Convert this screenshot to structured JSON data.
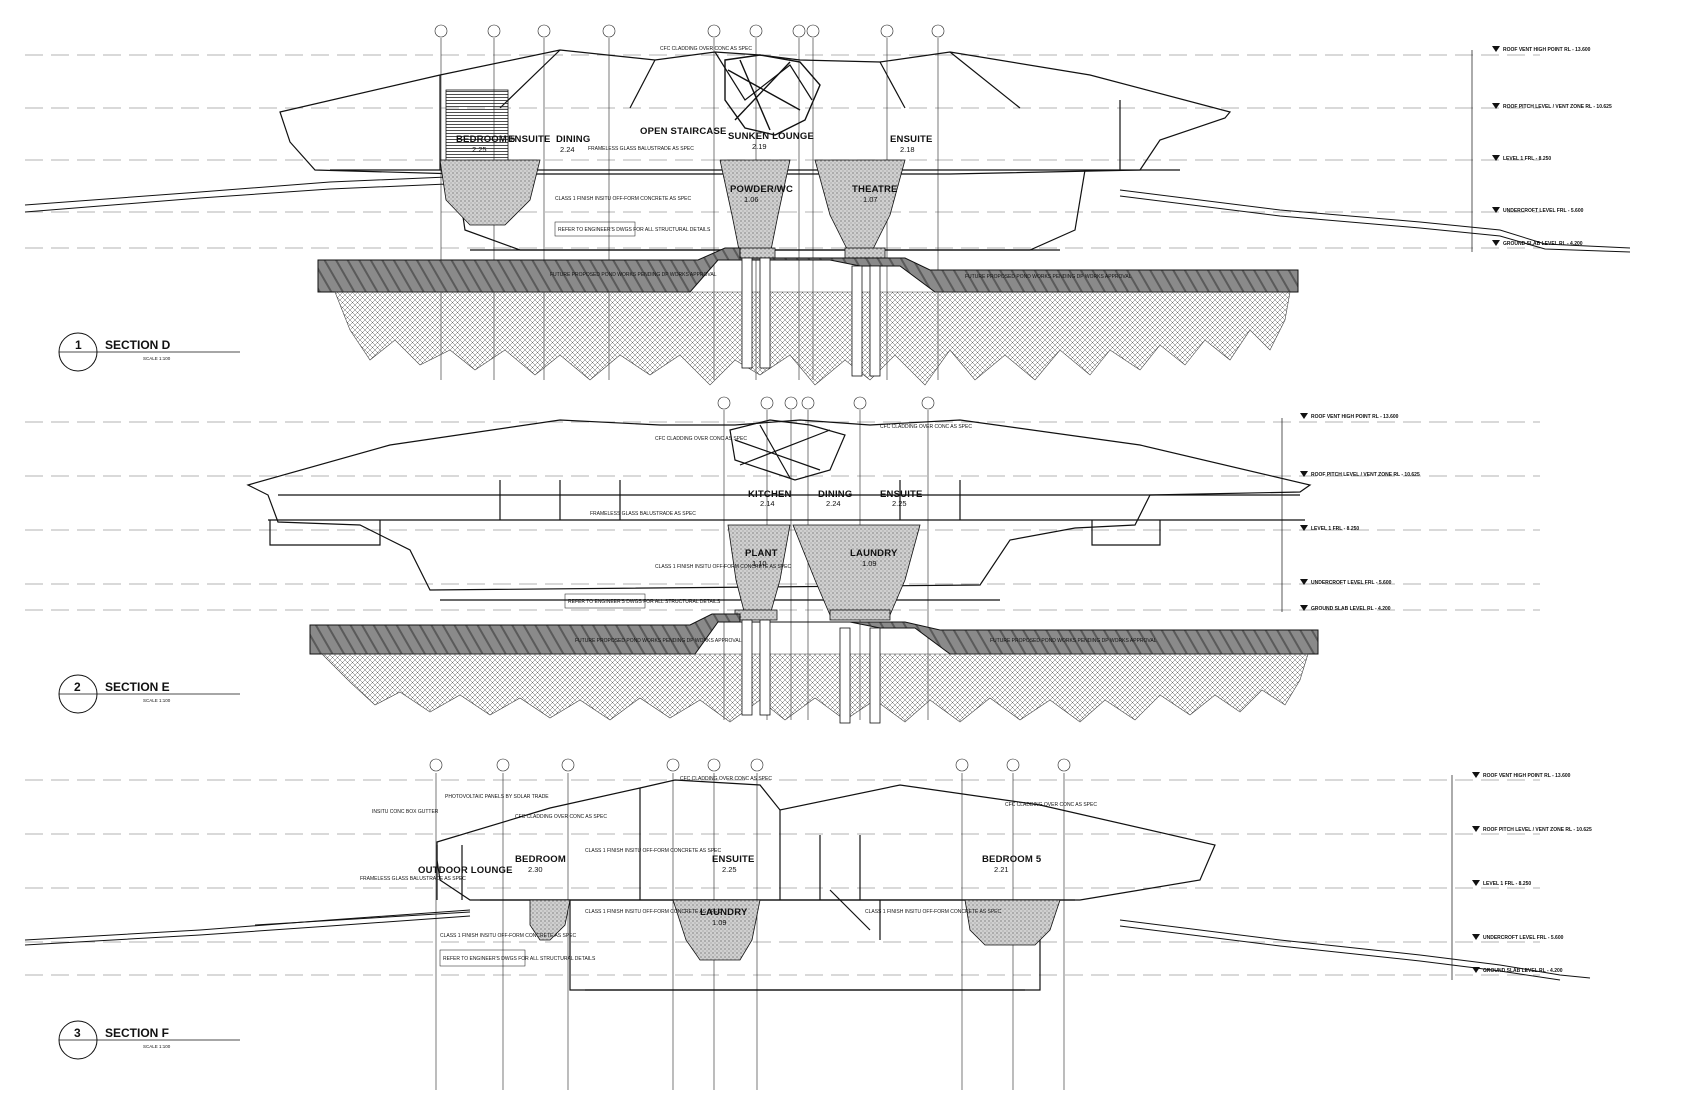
{
  "sections": [
    {
      "id": "d",
      "number": "1",
      "title": "SECTION D",
      "scale": "SCALE 1:100",
      "rooms": [
        {
          "key": "bedroom",
          "name": "BEDROOM 5",
          "area": "2.25"
        },
        {
          "key": "ensuite-1",
          "name": "ENSUITE",
          "area": ""
        },
        {
          "key": "dining",
          "name": "DINING",
          "area": "2.24"
        },
        {
          "key": "open-staircase",
          "name": "OPEN STAIRCASE",
          "area": ""
        },
        {
          "key": "sunken-lounge",
          "name": "SUNKEN LOUNGE",
          "area": "2.19"
        },
        {
          "key": "ensuite-2",
          "name": "ENSUITE",
          "area": "2.18"
        },
        {
          "key": "powder",
          "name": "POWDER/WC",
          "area": "1.06"
        },
        {
          "key": "theatre",
          "name": "THEATRE",
          "area": "1.07"
        }
      ],
      "notes": {
        "cladding": "CFC CLADDING OVER CONC AS SPEC",
        "glass": "FRAMELESS GLASS BALUSTRADE AS SPEC",
        "concrete": "CLASS 1 FINISH INSITU OFF-FORM CONCRETE AS SPEC",
        "engineer": "REFER TO ENGINEER'S DWGS FOR ALL STRUCTURAL DETAILS",
        "pond_left": "FUTURE PROPOSED POND WORKS PENDING DP WORKS APPROVAL",
        "pond_right": "FUTURE PROPOSED POND WORKS PENDING DP WORKS APPROVAL"
      },
      "levels": [
        {
          "key": "roof-vent",
          "text": "ROOF VENT HIGH POINT RL - 13.600"
        },
        {
          "key": "roof-pitch",
          "text": "ROOF PITCH LEVEL / VENT ZONE RL - 10.625"
        },
        {
          "key": "level-1",
          "text": "LEVEL 1 FRL - 8.250"
        },
        {
          "key": "undercroft",
          "text": "UNDERCROFT LEVEL FRL - 5.600"
        },
        {
          "key": "ground-slab",
          "text": "GROUND SLAB LEVEL RL - 4.200"
        }
      ]
    },
    {
      "id": "e",
      "number": "2",
      "title": "SECTION E",
      "scale": "SCALE 1:100",
      "rooms": [
        {
          "key": "kitchen",
          "name": "KITCHEN",
          "area": "2.14"
        },
        {
          "key": "dining",
          "name": "DINING",
          "area": "2.24"
        },
        {
          "key": "ensuite",
          "name": "ENSUITE",
          "area": "2.25"
        },
        {
          "key": "plant",
          "name": "PLANT",
          "area": "1.10"
        },
        {
          "key": "laundry",
          "name": "LAUNDRY",
          "area": "1.09"
        }
      ],
      "notes": {
        "cladding": "CFC CLADDING OVER CONC AS SPEC",
        "glass": "FRAMELESS GLASS BALUSTRADE AS SPEC",
        "concrete": "CLASS 1 FINISH INSITU OFF-FORM CONCRETE AS SPEC",
        "engineer": "REFER TO ENGINEER'S DWGS FOR ALL STRUCTURAL DETAILS",
        "pond_left": "FUTURE PROPOSED POND WORKS PENDING DP WORKS APPROVAL",
        "pond_right": "FUTURE PROPOSED POND WORKS PENDING DP WORKS APPROVAL"
      },
      "levels": [
        {
          "key": "roof-vent",
          "text": "ROOF VENT HIGH POINT RL - 13.600"
        },
        {
          "key": "roof-pitch",
          "text": "ROOF PITCH LEVEL / VENT ZONE RL - 10.625"
        },
        {
          "key": "level-1",
          "text": "LEVEL 1 FRL - 8.250"
        },
        {
          "key": "undercroft",
          "text": "UNDERCROFT LEVEL FRL - 5.600"
        },
        {
          "key": "ground-slab",
          "text": "GROUND SLAB LEVEL RL - 4.200"
        }
      ]
    },
    {
      "id": "f",
      "number": "3",
      "title": "SECTION F",
      "scale": "SCALE 1:100",
      "rooms": [
        {
          "key": "outdoor-lounge",
          "name": "OUTDOOR LOUNGE",
          "area": ""
        },
        {
          "key": "bedroom-1",
          "name": "BEDROOM",
          "area": "2.30"
        },
        {
          "key": "ensuite",
          "name": "ENSUITE",
          "area": "2.25"
        },
        {
          "key": "laundry",
          "name": "LAUNDRY",
          "area": "1.09"
        },
        {
          "key": "bedroom-2",
          "name": "BEDROOM 5",
          "area": "2.21"
        }
      ],
      "notes": {
        "cladding": "CFC CLADDING OVER CONC AS SPEC",
        "box_gutter": "INSITU CONC BOX GUTTER",
        "photovoltaic": "PHOTOVOLTAIC PANELS BY SOLAR TRADE",
        "glass": "FRAMELESS GLASS BALUSTRADE AS SPEC",
        "concrete": "CLASS 1 FINISH INSITU OFF-FORM CONCRETE AS SPEC",
        "engineer": "REFER TO ENGINEER'S DWGS FOR ALL STRUCTURAL DETAILS"
      },
      "levels": [
        {
          "key": "roof-vent",
          "text": "ROOF VENT HIGH POINT RL - 13.600"
        },
        {
          "key": "roof-pitch",
          "text": "ROOF PITCH LEVEL / VENT ZONE RL - 10.625"
        },
        {
          "key": "level-1",
          "text": "LEVEL 1 FRL - 8.250"
        },
        {
          "key": "undercroft",
          "text": "UNDERCROFT LEVEL FRL - 5.600"
        },
        {
          "key": "ground-slab",
          "text": "GROUND SLAB LEVEL RL - 4.200"
        }
      ]
    }
  ],
  "colors": {
    "line": "#111111",
    "hatch": "#555555",
    "slab": "#6e6e6e",
    "dash": "#999999"
  }
}
